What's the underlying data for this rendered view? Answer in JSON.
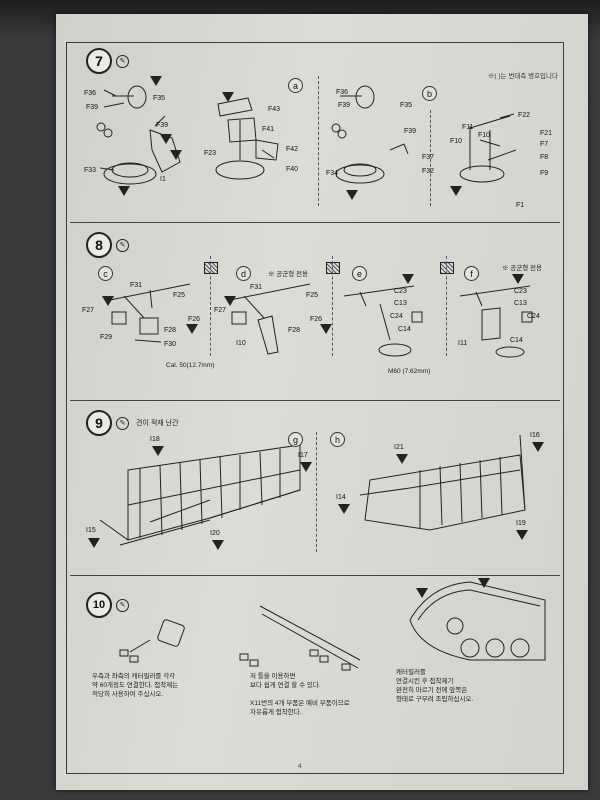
{
  "note_top": "※( )는 번대측 병호입니다",
  "steps": [
    {
      "num": "7",
      "subs": [
        "a",
        "b"
      ],
      "labels": [
        "F36",
        "F35",
        "F39",
        "F39",
        "F33",
        "I1",
        "F43",
        "F41",
        "F23",
        "F42",
        "F40",
        "F36",
        "F35",
        "F39",
        "F39",
        "F34",
        "F37",
        "F32",
        "F22",
        "F11",
        "F10",
        "F10",
        "F21",
        "F7",
        "F8",
        "F9",
        "F1"
      ]
    },
    {
      "num": "8",
      "subs": [
        "c",
        "d",
        "e",
        "f"
      ],
      "labels": [
        "F31",
        "F25",
        "F27",
        "F26",
        "F28",
        "F29",
        "F30",
        "F31",
        "F25",
        "F27",
        "F26",
        "F28",
        "I10",
        "C23",
        "C13",
        "C24",
        "C14",
        "C23",
        "C13",
        "C24",
        "I11",
        "C14"
      ],
      "caption_left": "Cal. 50(12.7mm)",
      "caption_right": "M60 (7.62mm)",
      "variant_d": "※ 공군형 전용",
      "variant_f": "※ 공군형 전용"
    },
    {
      "num": "9",
      "title": "견이 적재 난간",
      "subs": [
        "g",
        "h"
      ],
      "labels": [
        "I18",
        "I17",
        "I15",
        "I20",
        "I21",
        "I16",
        "I14",
        "I19"
      ]
    },
    {
      "num": "10",
      "subs": []
    }
  ],
  "step10_text1": "우측과 좌측의 캐터필러를 각각\n약 60개정도 연결한다. 접착제는\n적당히 사용하여 주십시오.",
  "step10_text2": "저 틀을 이용하면\n보다 쉽게 연결 할 수 있다.\n\nX11번의 4개 부품은 예비 부품이므로\n자유롭게 접착한다.",
  "step10_text3": "캐터필러를\n연결시킨 후 접착제기\n완전히 마르기 전에 앞쪽은\n형태로 구부려 조립하십시오.",
  "page_number": "4"
}
